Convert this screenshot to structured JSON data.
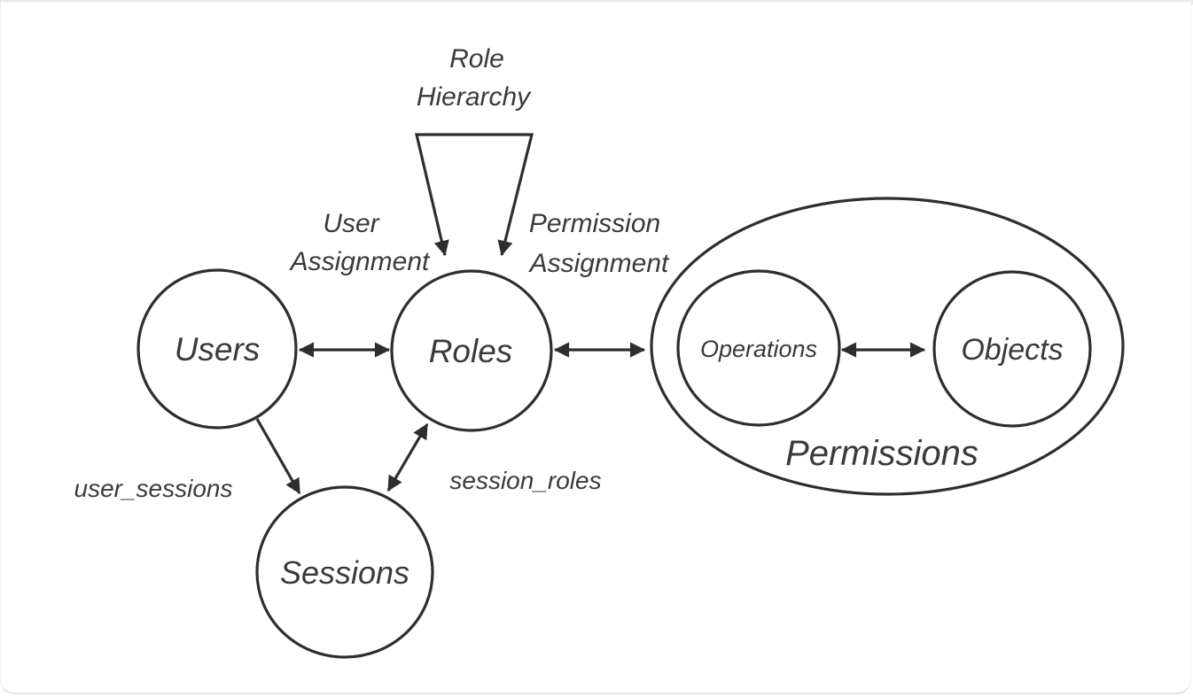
{
  "page": {
    "background_color": "#ffffff",
    "top_divider_color": "#e9e9e9",
    "card_border_color": "#e3e3e3",
    "ink_color": "#2e2e2e",
    "text_color": "#3a3a3a"
  },
  "diagram": {
    "type": "rbac-concept-diagram",
    "nodes": {
      "users": {
        "label": "Users",
        "shape": "circle"
      },
      "roles": {
        "label": "Roles",
        "shape": "circle"
      },
      "sessions": {
        "label": "Sessions",
        "shape": "circle"
      },
      "operations": {
        "label": "Operations",
        "shape": "circle"
      },
      "objects": {
        "label": "Objects",
        "shape": "circle"
      },
      "permissions": {
        "label": "Permissions",
        "shape": "ellipse-group",
        "contains": [
          "operations",
          "objects"
        ]
      }
    },
    "relations": {
      "role_hierarchy": {
        "line1": "Role",
        "line2": "Hierarchy"
      },
      "user_assignment": {
        "line1": "User",
        "line2": "Assignment"
      },
      "permission_assignment": {
        "line1": "Permission",
        "line2": "Assignment"
      },
      "user_sessions": {
        "label": "user_sessions"
      },
      "session_roles": {
        "label": "session_roles"
      }
    },
    "edges": [
      {
        "from": "users",
        "to": "roles",
        "arrow": "double",
        "label_ref": "user_assignment"
      },
      {
        "from": "roles",
        "to": "permissions",
        "arrow": "double",
        "label_ref": "permission_assignment"
      },
      {
        "from": "operations",
        "to": "objects",
        "arrow": "double"
      },
      {
        "from": "users",
        "to": "sessions",
        "arrow": "single",
        "label_ref": "user_sessions"
      },
      {
        "from": "sessions",
        "to": "roles",
        "arrow": "double",
        "label_ref": "session_roles"
      },
      {
        "from": "roles",
        "to": "roles",
        "arrow": "double-self-loop",
        "label_ref": "role_hierarchy"
      }
    ]
  }
}
